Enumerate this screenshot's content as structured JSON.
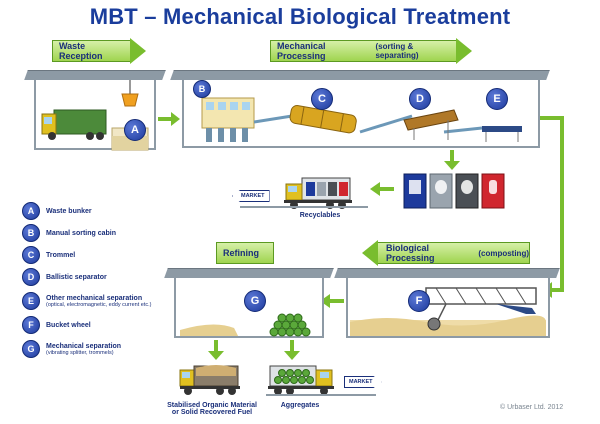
{
  "title": "MBT – Mechanical Biological Treatment",
  "stages": {
    "waste_reception": "Waste Reception",
    "mechanical_processing": "Mechanical Processing",
    "mechanical_processing_note": "(sorting & separating)",
    "biological_processing": "Biological Processing",
    "biological_processing_note": "(composting)",
    "refining": "Refining"
  },
  "markers": [
    "A",
    "B",
    "C",
    "D",
    "E",
    "F",
    "G"
  ],
  "legend": [
    {
      "letter": "A",
      "label": "Waste bunker",
      "note": ""
    },
    {
      "letter": "B",
      "label": "Manual sorting cabin",
      "note": ""
    },
    {
      "letter": "C",
      "label": "Trommel",
      "note": ""
    },
    {
      "letter": "D",
      "label": "Ballistic separator",
      "note": ""
    },
    {
      "letter": "E",
      "label": "Other mechanical separation",
      "note": "(optical, electromagnetic, eddy current etc.)"
    },
    {
      "letter": "F",
      "label": "Bucket wheel",
      "note": ""
    },
    {
      "letter": "G",
      "label": "Mechanical separation",
      "note": "(vibrating splitter, trommels)"
    }
  ],
  "outputs": {
    "recyclables": "Recyclables",
    "organic_line1": "Stabilised Organic Material",
    "organic_line2": "or Solid Recovered Fuel",
    "aggregates": "Aggregates"
  },
  "market_label": "MARKET",
  "copyright": "© Urbaser Ltd. 2012",
  "colors": {
    "title": "#1a3d9c",
    "marker": "#1d3a9c",
    "arrow": "#79bd2e",
    "roof": "#8d9aa5"
  }
}
